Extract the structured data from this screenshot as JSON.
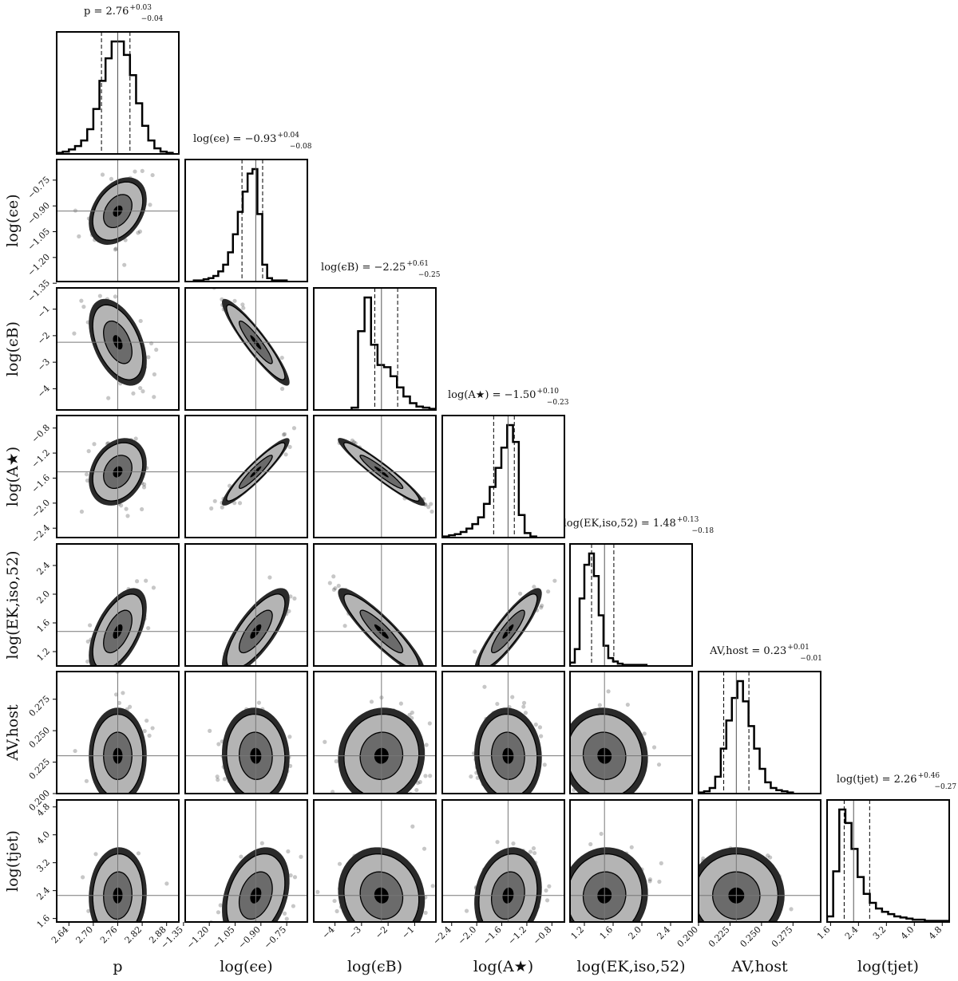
{
  "chart_data": {
    "type": "corner",
    "parameters": [
      {
        "label": "p",
        "median": 2.76,
        "plus": 0.03,
        "minus": 0.04,
        "range": [
          2.61,
          2.91
        ],
        "ticks": [
          "2.64",
          "2.70",
          "2.76",
          "2.82",
          "2.88"
        ],
        "tick_values": [
          2.64,
          2.7,
          2.76,
          2.82,
          2.88
        ],
        "title_name": "p",
        "title_value": "= 2.76",
        "title_plus": "+0.03",
        "title_minus": "−0.04"
      },
      {
        "label": "log(ϵe)",
        "median": -0.93,
        "plus": 0.04,
        "minus": 0.08,
        "range": [
          -1.34,
          -0.63
        ],
        "ticks": [
          "−1.35",
          "−1.20",
          "−1.05",
          "−0.90",
          "−0.75"
        ],
        "tick_values": [
          -1.35,
          -1.2,
          -1.05,
          -0.9,
          -0.75
        ],
        "title_name": "log(ϵe)",
        "title_value": "= −0.93",
        "title_plus": "+0.04",
        "title_minus": "−0.08"
      },
      {
        "label": "log(ϵB)",
        "median": -2.25,
        "plus": 0.61,
        "minus": 0.25,
        "range": [
          -4.8,
          -0.2
        ],
        "ticks": [
          "−4",
          "−3",
          "−2",
          "−1"
        ],
        "tick_values": [
          -4,
          -3,
          -2,
          -1
        ],
        "title_name": "log(ϵB)",
        "title_value": "= −2.25",
        "title_plus": "+0.61",
        "title_minus": "−0.25"
      },
      {
        "label": "log(A★)",
        "median": -1.5,
        "plus": 0.1,
        "minus": 0.23,
        "range": [
          -2.55,
          -0.6
        ],
        "ticks": [
          "−2.4",
          "−2.0",
          "−1.6",
          "−1.2",
          "−0.8"
        ],
        "tick_values": [
          -2.4,
          -2.0,
          -1.6,
          -1.2,
          -0.8
        ],
        "title_name": "log(A★)",
        "title_value": "= −1.50",
        "title_plus": "+0.10",
        "title_minus": "−0.23"
      },
      {
        "label": "log(EK,iso,52)",
        "median": 1.48,
        "plus": 0.13,
        "minus": 0.18,
        "range": [
          1.0,
          2.7
        ],
        "ticks": [
          "1.2",
          "1.6",
          "2.0",
          "2.4"
        ],
        "tick_values": [
          1.2,
          1.6,
          2.0,
          2.4
        ],
        "title_name": "log(EK,iso,52)",
        "title_value": "= 1.48",
        "title_plus": "+0.13",
        "title_minus": "−0.18"
      },
      {
        "label": "AV,host",
        "median": 0.23,
        "plus": 0.01,
        "minus": 0.01,
        "range": [
          0.2,
          0.297
        ],
        "ticks": [
          "0.200",
          "0.225",
          "0.250",
          "0.275"
        ],
        "tick_values": [
          0.2,
          0.225,
          0.25,
          0.275
        ],
        "title_name": "AV,host",
        "title_value": "= 0.23",
        "title_plus": "+0.01",
        "title_minus": "−0.01"
      },
      {
        "label": "log(tjet)",
        "median": 2.26,
        "plus": 0.46,
        "minus": 0.27,
        "range": [
          1.5,
          5.0
        ],
        "ticks": [
          "1.6",
          "2.4",
          "3.2",
          "4.0",
          "4.8"
        ],
        "tick_values": [
          1.6,
          2.4,
          3.2,
          4.0,
          4.8
        ],
        "title_name": "log(tjet)",
        "title_value": "= 2.26",
        "title_plus": "+0.46",
        "title_minus": "−0.27"
      }
    ],
    "correlations": [
      [
        0
      ],
      [
        0.35,
        0
      ],
      [
        -0.45,
        -0.92,
        0
      ],
      [
        0.25,
        0.93,
        -0.97,
        0
      ],
      [
        0.55,
        0.75,
        -0.9,
        0.88,
        0
      ],
      [
        0.0,
        -0.05,
        0.05,
        -0.05,
        -0.05,
        0
      ],
      [
        0.05,
        0.3,
        -0.1,
        0.15,
        0.05,
        0.0,
        0
      ]
    ],
    "histograms": [
      [
        1,
        2,
        4,
        7,
        12,
        22,
        40,
        65,
        85,
        100,
        100,
        88,
        70,
        45,
        25,
        12,
        5,
        2,
        1
      ],
      [
        1,
        1,
        2,
        3,
        5,
        9,
        15,
        26,
        42,
        62,
        80,
        96,
        100,
        60,
        15,
        3,
        1,
        1,
        1
      ],
      [
        2,
        70,
        100,
        58,
        40,
        38,
        30,
        20,
        12,
        6,
        3,
        2,
        1
      ],
      [
        1,
        2,
        3,
        5,
        8,
        12,
        18,
        30,
        45,
        62,
        80,
        100,
        85,
        20,
        4,
        1
      ],
      [
        3,
        15,
        60,
        90,
        100,
        80,
        45,
        18,
        7,
        4,
        2,
        1,
        1,
        1,
        1,
        1
      ],
      [
        1,
        2,
        5,
        15,
        40,
        65,
        85,
        100,
        82,
        60,
        40,
        22,
        10,
        5,
        3,
        2,
        1
      ],
      [
        5,
        45,
        100,
        88,
        65,
        40,
        25,
        17,
        12,
        9,
        7,
        5,
        4,
        3,
        2,
        2,
        1,
        1,
        1,
        1
      ]
    ],
    "sigma_fraction": [
      0.06,
      0.07,
      0.09,
      0.07,
      0.09,
      0.1,
      0.1
    ]
  }
}
